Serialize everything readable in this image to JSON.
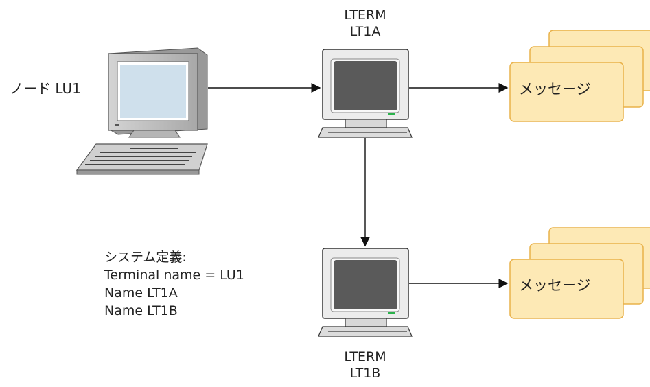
{
  "node": {
    "label": "ノード LU1"
  },
  "lterm_a": {
    "line1": "LTERM",
    "line2": "LT1A"
  },
  "lterm_b": {
    "line1": "LTERM",
    "line2": "LT1B"
  },
  "messages": {
    "label": "メッセージ"
  },
  "system_definition": {
    "title": "システム定義:",
    "lines": [
      "Terminal name = LU1",
      "Name LT1A",
      "Name LT1B"
    ]
  },
  "colors": {
    "message_fill": "#fde9b5",
    "message_stroke": "#e9b24a",
    "terminal_gray": "#c9c9c9",
    "screen_dark": "#5a5a5a",
    "pc_screen": "#cfe0ec",
    "led_green": "#2bb24c"
  }
}
